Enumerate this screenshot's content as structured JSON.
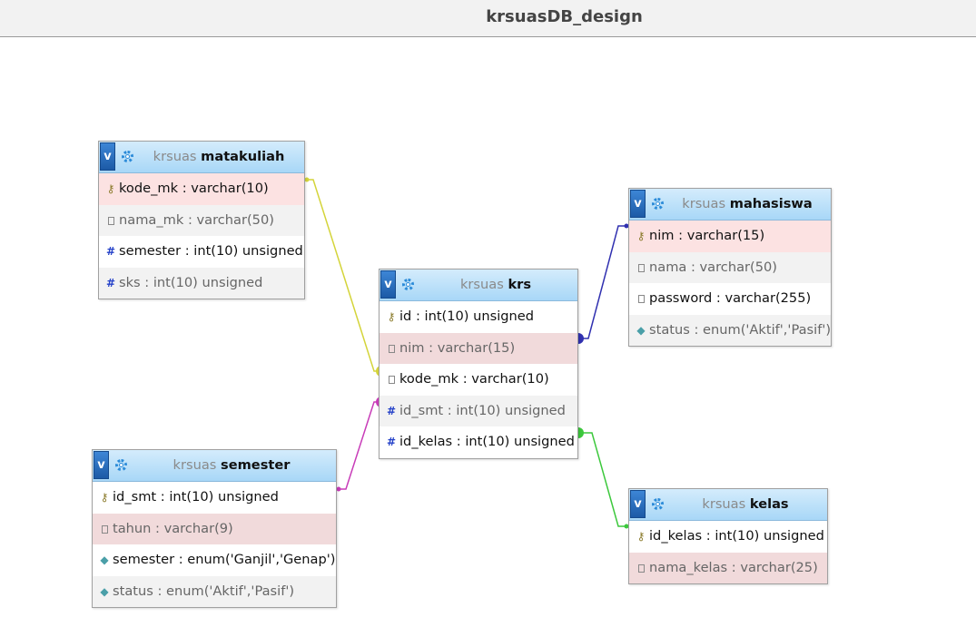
{
  "title": "krsuasDB_design",
  "colors": {
    "matakuliah_link": "#d4d43a",
    "semester_link": "#c83cb8",
    "mahasiswa_link": "#3030b0",
    "kelas_link": "#3cc83c"
  },
  "tables": {
    "matakuliah": {
      "db": "krsuas",
      "name": "matakuliah",
      "columns": [
        {
          "text": "kode_mk : varchar(10)",
          "icon": "key-icon"
        },
        {
          "text": "nama_mk : varchar(50)",
          "icon": "field-icon"
        },
        {
          "text": "semester : int(10) unsigned",
          "icon": "hash-icon"
        },
        {
          "text": "sks : int(10) unsigned",
          "icon": "hash-icon"
        }
      ]
    },
    "krs": {
      "db": "krsuas",
      "name": "krs",
      "columns": [
        {
          "text": "id : int(10) unsigned",
          "icon": "key-icon"
        },
        {
          "text": "nim : varchar(15)",
          "icon": "field-icon"
        },
        {
          "text": "kode_mk : varchar(10)",
          "icon": "field-icon"
        },
        {
          "text": "id_smt : int(10) unsigned",
          "icon": "hash-icon"
        },
        {
          "text": "id_kelas : int(10) unsigned",
          "icon": "hash-icon"
        }
      ]
    },
    "mahasiswa": {
      "db": "krsuas",
      "name": "mahasiswa",
      "columns": [
        {
          "text": "nim : varchar(15)",
          "icon": "key-icon"
        },
        {
          "text": "nama : varchar(50)",
          "icon": "field-icon"
        },
        {
          "text": "password : varchar(255)",
          "icon": "field-icon"
        },
        {
          "text": "status : enum('Aktif','Pasif')",
          "icon": "enum-icon"
        }
      ]
    },
    "semester": {
      "db": "krsuas",
      "name": "semester",
      "columns": [
        {
          "text": "id_smt : int(10) unsigned",
          "icon": "key-icon"
        },
        {
          "text": "tahun : varchar(9)",
          "icon": "field-icon"
        },
        {
          "text": "semester : enum('Ganjil','Genap')",
          "icon": "enum-icon"
        },
        {
          "text": "status : enum('Aktif','Pasif')",
          "icon": "enum-icon"
        }
      ]
    },
    "kelas": {
      "db": "krsuas",
      "name": "kelas",
      "columns": [
        {
          "text": "id_kelas : int(10) unsigned",
          "icon": "key-icon"
        },
        {
          "text": "nama_kelas : varchar(25)",
          "icon": "field-icon"
        }
      ]
    }
  },
  "toggle_label": "v"
}
